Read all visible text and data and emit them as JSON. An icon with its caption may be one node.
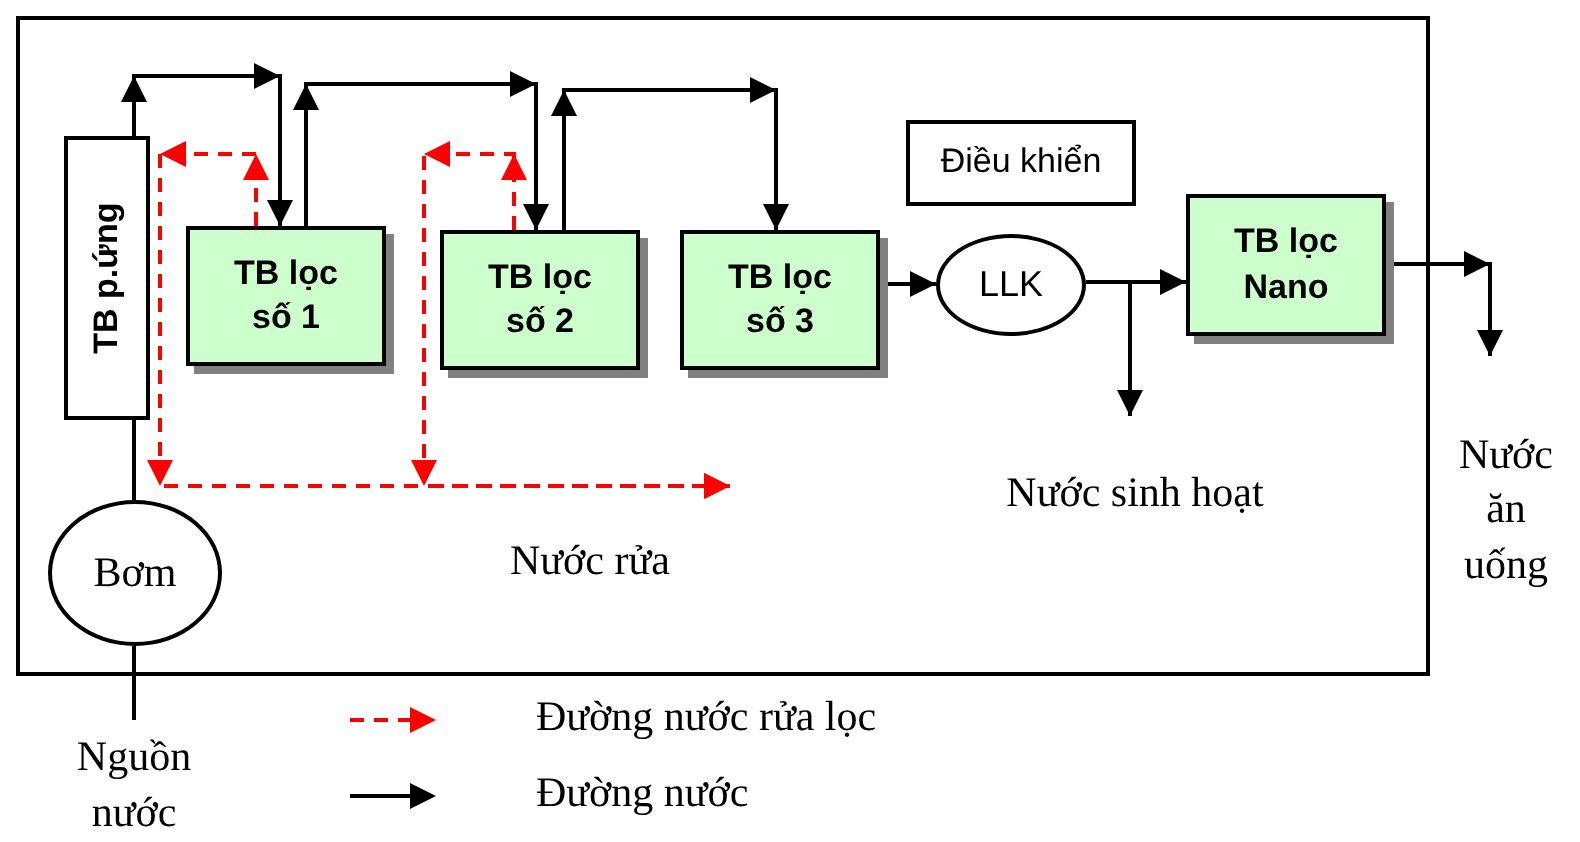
{
  "diagram": {
    "nodes": [
      {
        "text": [
          "TB p.ứng"
        ]
      },
      {
        "text": [
          "TB lọc số 1"
        ]
      },
      {
        "text": [
          "TB lọc số 2"
        ]
      },
      {
        "text": [
          "TB lọc số 3"
        ]
      },
      {
        "text": [
          "Điều khiển"
        ]
      },
      {
        "text": [
          "LLK"
        ]
      },
      {
        "text": [
          "TB lọc Nano"
        ]
      },
      {
        "text": [
          "Bơm"
        ]
      },
      {
        "text": [
          "Nguồn nước"
        ]
      },
      {
        "text": [
          "Nước sinh hoạt"
        ]
      },
      {
        "text": [
          "Nước ăn uống"
        ]
      }
    ],
    "edges": [
      {
        "from": 0,
        "to": 1,
        "arrow": "to"
      },
      {
        "from": 1,
        "to": 2,
        "arrow": "to"
      },
      {
        "from": 2,
        "to": 3,
        "arrow": "to"
      },
      {
        "from": 3,
        "to": 5,
        "arrow": "to"
      },
      {
        "from": 5,
        "to": 6,
        "arrow": "to"
      },
      {
        "from": 5,
        "to": 9,
        "arrow": "to"
      },
      {
        "from": 6,
        "to": 10,
        "arrow": "to"
      },
      {
        "from": 1,
        "to": null,
        "arrow": "to",
        "style": "dashed",
        "color": "#ff0000"
      },
      {
        "from": 2,
        "to": null,
        "arrow": "to",
        "style": "dashed",
        "color": "#ff0000"
      },
      {
        "from": 7,
        "to": 0,
        "arrow": "none"
      },
      {
        "from": 7,
        "to": 8,
        "arrow": "none"
      }
    ],
    "labels": [
      "Nước rửa"
    ],
    "legend": [
      {
        "text": "Đường nước rửa lọc"
      },
      {
        "text": "Đường nước"
      }
    ]
  }
}
